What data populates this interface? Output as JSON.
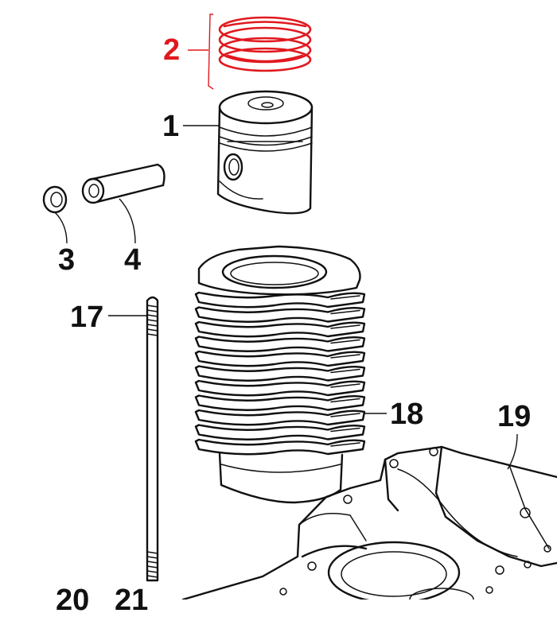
{
  "colors": {
    "highlight": "#e0191e",
    "ink": "#111111",
    "background": "#ffffff"
  },
  "callouts": {
    "piston_rings": "2",
    "piston": "1",
    "circlip": "3",
    "piston_pin": "4",
    "stud": "17",
    "cylinder": "18",
    "crankcase": "19",
    "bottom_labels": "20   21"
  }
}
